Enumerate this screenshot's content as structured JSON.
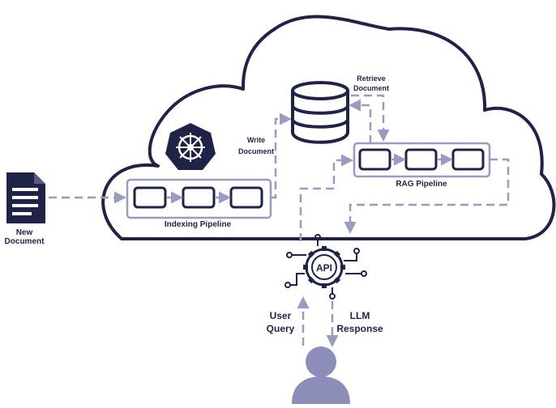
{
  "diagram": {
    "labels": {
      "new_document": [
        "New",
        "Document"
      ],
      "write_document": [
        "Write",
        "Document"
      ],
      "retrieve_document": [
        "Retrieve",
        "Document"
      ],
      "indexing_pipeline": "Indexing Pipeline",
      "rag_pipeline": "RAG Pipeline",
      "api": "API",
      "user_query": [
        "User",
        "Query"
      ],
      "llm_response": [
        "LLM",
        "Response"
      ]
    },
    "icons": {
      "document": "document-icon",
      "kubernetes": "kubernetes-helm-icon",
      "database": "database-icon",
      "api": "api-gear-icon",
      "user": "user-icon"
    },
    "colors": {
      "outline": "#1f2348",
      "pipeline_border": "#9a9bc2",
      "connector": "#9a9bc2",
      "user_fill": "#8c8db8"
    }
  }
}
